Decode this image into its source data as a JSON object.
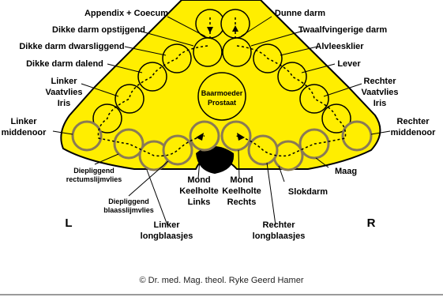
{
  "colors": {
    "fill": "#ffee00",
    "stroke": "#000000",
    "ring": "#8a7a55",
    "background": "#ffffff"
  },
  "labels": {
    "appendix": "Appendix + Coecum",
    "dunne_darm": "Dunne darm",
    "opstijgend": "Dikke darm opstijgend",
    "twaalfvinger": "Twaalfvingerige darm",
    "dwarsliggend": "Dikke darm dwarsliggend",
    "alvleesklier": "Alvleesklier",
    "dalend": "Dikke darm dalend",
    "lever": "Lever",
    "lvi": [
      "Linker",
      "Vaatvlies",
      "Iris"
    ],
    "rvi": [
      "Rechter",
      "Vaatvlies",
      "Iris"
    ],
    "lmo": [
      "Linker",
      "middenoor"
    ],
    "rmo": [
      "Rechter",
      "middenoor"
    ],
    "baarm": [
      "Baarmoeder",
      "Prostaat"
    ],
    "rect": [
      "Diepliggend",
      "rectumslijmvlies"
    ],
    "blaas": [
      "Diepliggend",
      "blaasslijmvlies"
    ],
    "mkl": [
      "Mond",
      "Keelholte",
      "Links"
    ],
    "mkr": [
      "Mond",
      "Keelholte",
      "Rechts"
    ],
    "llb": [
      "Linker",
      "longblaasjes"
    ],
    "rlb": [
      "Rechter",
      "longblaasjes"
    ],
    "maag": "Maag",
    "slokdarm": "Slokdarm",
    "side_l": "L",
    "side_r": "R"
  },
  "copyright": "© Dr. med. Mag. theol. Ryke Geerd Hamer"
}
